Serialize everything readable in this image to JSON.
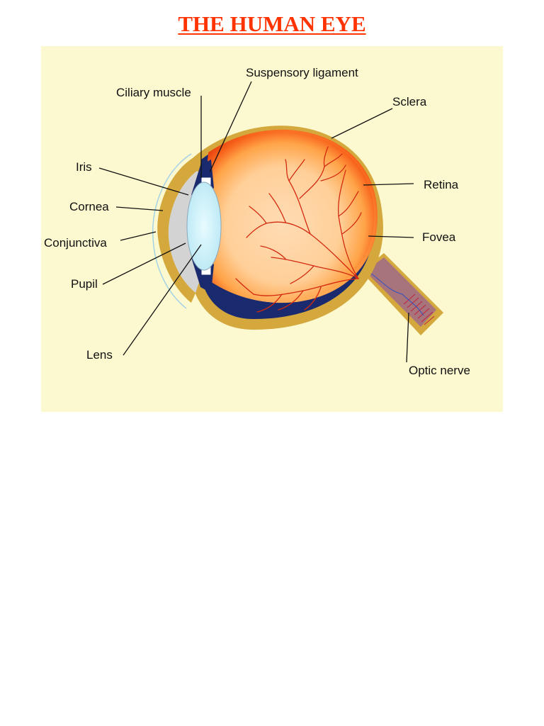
{
  "page": {
    "title": "THE HUMAN EYE"
  },
  "colors": {
    "title": "#ff3300",
    "panel_background": "#fcf8cf",
    "sclera": "#d4a83c",
    "choroid": "#1a2a6e",
    "retina_outer": "#e43a0a",
    "vitreous_inner": "#ffd6a8",
    "blood_vessels": "#d42a10",
    "lens": "#c8f0fa",
    "cornea": "#d3d3d3",
    "optic_nerve": "#a8747c",
    "label_lines": "#111111"
  },
  "diagram": {
    "labels": {
      "suspensory_ligament": "Suspensory ligament",
      "ciliary_muscle": "Ciliary muscle",
      "sclera": "Sclera",
      "iris": "Iris",
      "retina": "Retina",
      "cornea": "Cornea",
      "conjunctiva": "Conjunctiva",
      "fovea": "Fovea",
      "pupil": "Pupil",
      "lens": "Lens",
      "optic_nerve": "Optic nerve"
    }
  }
}
